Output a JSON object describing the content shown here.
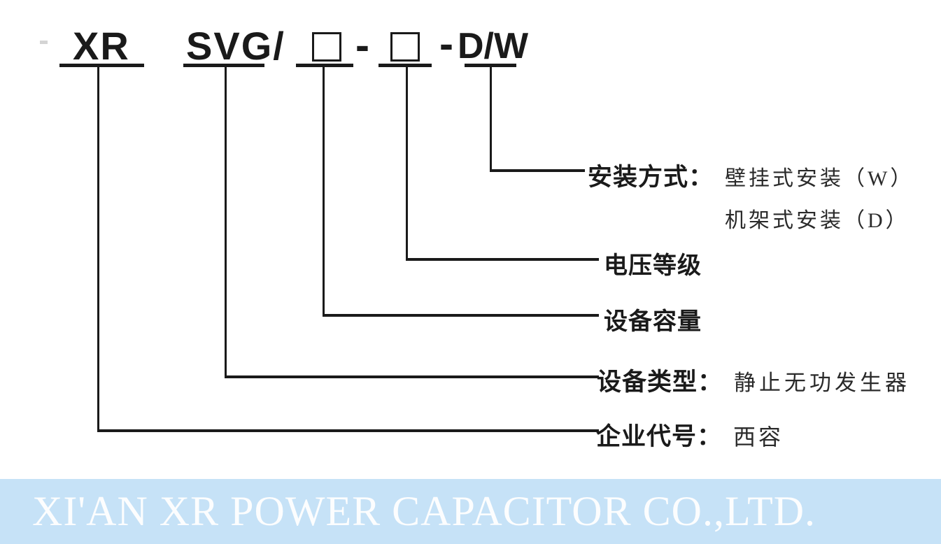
{
  "diagram": {
    "code": {
      "prefix": "XR",
      "series": "SVG/",
      "separator1": "-",
      "separator2": "-",
      "suffix": "D/W",
      "placeholder_symbol": "□",
      "full_code": "XR SVG/□-□-D/W"
    },
    "labels": {
      "installation": {
        "title": "安装方式：",
        "options": [
          "壁挂式安装（W）",
          "机架式安装（D）"
        ]
      },
      "voltage": "电压等级",
      "capacity": "设备容量",
      "device_type": {
        "title": "设备类型：",
        "value": "静止无功发生器"
      },
      "company_code": {
        "title": "企业代号：",
        "value": "西容"
      }
    }
  },
  "footer": {
    "company_name": "XI'AN XR POWER CAPACITOR CO.,LTD.",
    "background_color": "#c6e2f7",
    "text_color": "#ffffff"
  },
  "colors": {
    "line": "#1a1a1a",
    "text": "#1a1a1a"
  }
}
